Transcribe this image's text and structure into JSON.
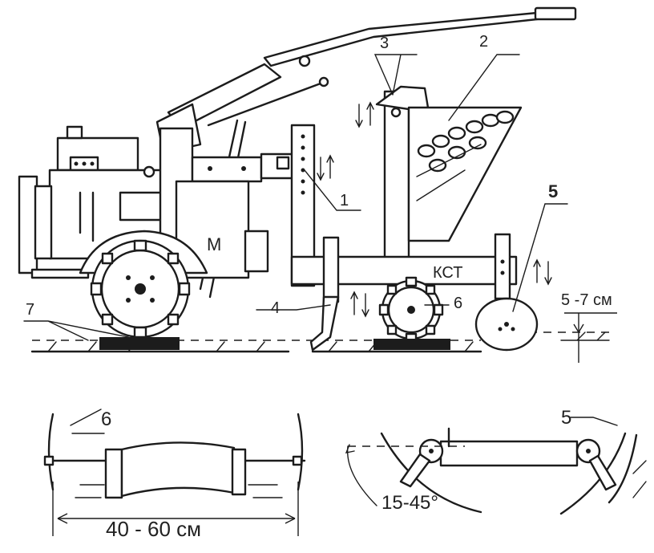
{
  "callouts": {
    "c1": "1",
    "c2": "2",
    "c3": "3",
    "c4": "4",
    "c5": "5",
    "c6": "6",
    "c7": "7"
  },
  "labels": {
    "motor": "М",
    "kst": "КСТ",
    "depth": "5 -7 см",
    "detail_6": "6",
    "detail_5": "5",
    "width": "40 - 60 см",
    "angle": "15-45°"
  }
}
